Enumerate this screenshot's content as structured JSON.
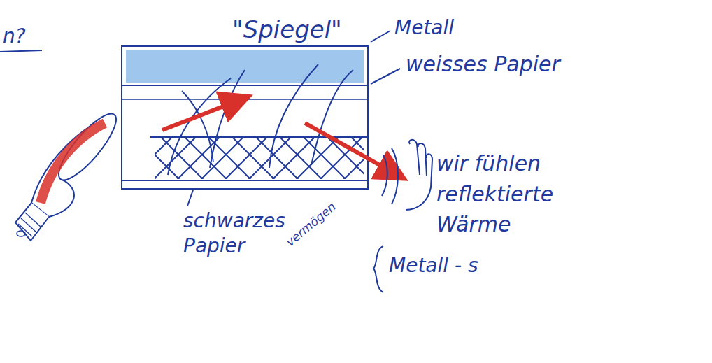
{
  "diagram": {
    "labels": [
      "n?",
      "\"Spiegel\"",
      "Metall",
      "weisses Papier",
      "wir fühlen reflektierte Wärme",
      "schwarzes Papier",
      "vermögen",
      "Metall - s"
    ]
  }
}
